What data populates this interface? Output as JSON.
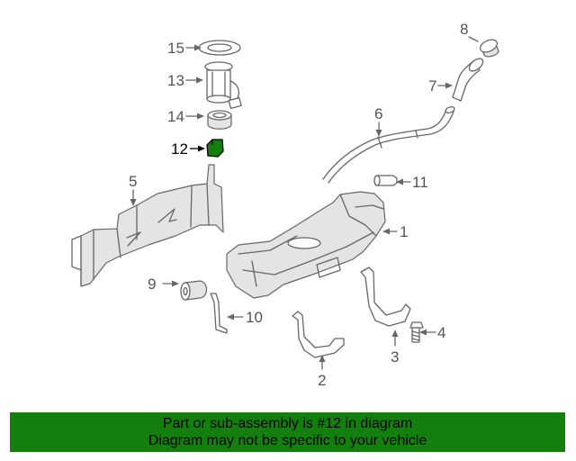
{
  "callouts": {
    "c1": "1",
    "c2": "2",
    "c3": "3",
    "c4": "4",
    "c5": "5",
    "c6": "6",
    "c7": "7",
    "c8": "8",
    "c9": "9",
    "c10": "10",
    "c11": "11",
    "c12": "12",
    "c13": "13",
    "c14": "14",
    "c15": "15"
  },
  "highlight_callout": "12",
  "colors": {
    "highlight_part": "#13800e",
    "banner": "#13800e",
    "line": "#666666"
  },
  "banner": {
    "line1": "Part or sub-assembly is #12 in diagram",
    "line2": "Diagram may not be specific to your vehicle"
  }
}
